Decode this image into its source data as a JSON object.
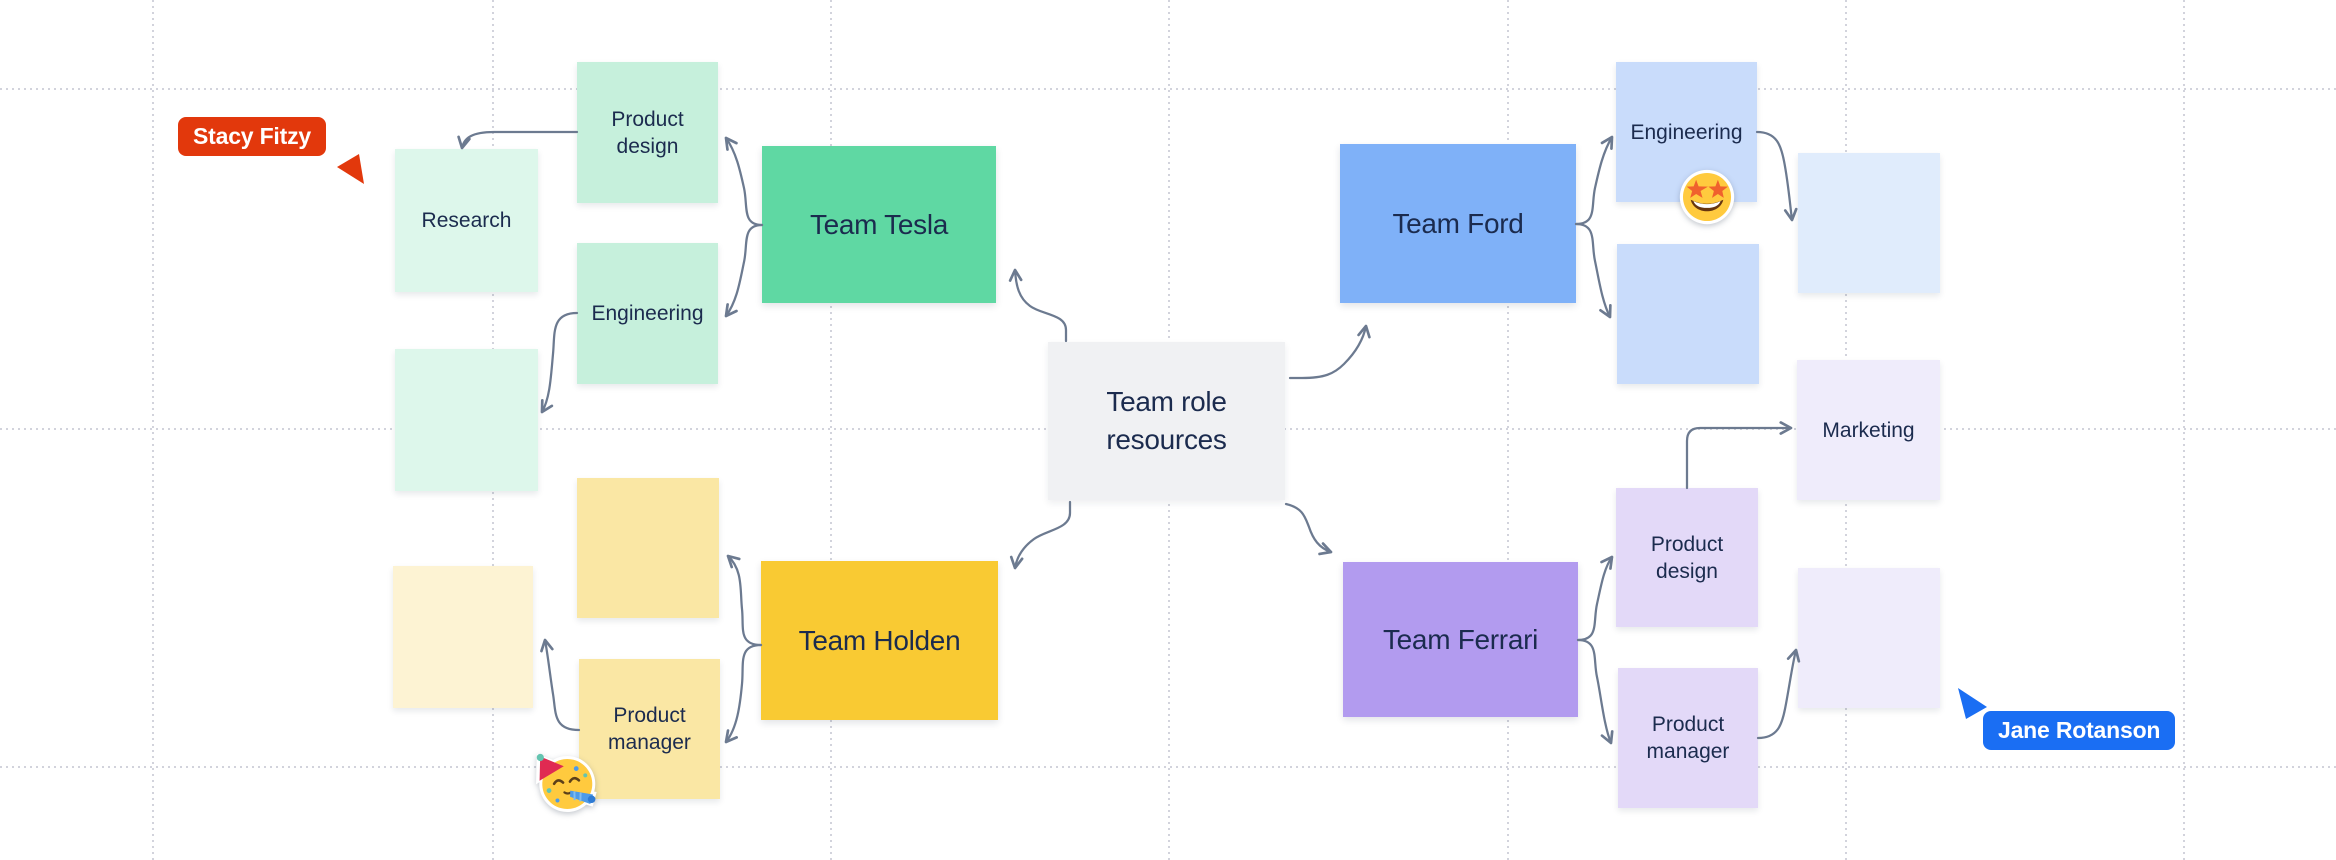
{
  "board": {
    "background": "#FFFFFF",
    "grid_color": "#D2D3DC",
    "arrow_color": "#6C7A90",
    "text_color": "#1B2B4E"
  },
  "center_node": {
    "label": "Team role resources",
    "color": "#F0F1F3"
  },
  "teams": [
    {
      "id": "tesla",
      "label": "Team Tesla",
      "color": "#5FD8A3"
    },
    {
      "id": "ford",
      "label": "Team Ford",
      "color": "#7FB1F8"
    },
    {
      "id": "holden",
      "label": "Team Holden",
      "color": "#F9CA33"
    },
    {
      "id": "ferrari",
      "label": "Team Ferrari",
      "color": "#B29BEF"
    }
  ],
  "notes": [
    {
      "id": "research",
      "team": "tesla",
      "label": "Research",
      "color": "#DDF7EB"
    },
    {
      "id": "product-design-tesla",
      "team": "tesla",
      "label": "Product design",
      "color": "#C6F0DC"
    },
    {
      "id": "engineering-tesla",
      "team": "tesla",
      "label": "Engineering",
      "color": "#C6F0DC"
    },
    {
      "id": "empty-mint",
      "team": "tesla",
      "label": "",
      "color": "#DDF7EB"
    },
    {
      "id": "engineering-ford",
      "team": "ford",
      "label": "Engineering",
      "color": "#C9DCFB"
    },
    {
      "id": "empty-blue",
      "team": "ford",
      "label": "",
      "color": "#C9DCFB"
    },
    {
      "id": "empty-blue-light",
      "team": "ford",
      "label": "",
      "color": "#E0ECFC"
    },
    {
      "id": "marketing",
      "team": "ferrari",
      "label": "Marketing",
      "color": "#EFECFB"
    },
    {
      "id": "empty-yellow",
      "team": "holden",
      "label": "",
      "color": "#FAE7A4"
    },
    {
      "id": "product-manager-holden",
      "team": "holden",
      "label": "Product manager",
      "color": "#FAE7A4"
    },
    {
      "id": "empty-cream",
      "team": "holden",
      "label": "",
      "color": "#FDF3D3"
    },
    {
      "id": "product-design-ferrari",
      "team": "ferrari",
      "label": "Product design",
      "color": "#E3D9F8"
    },
    {
      "id": "product-manager-ferrari",
      "team": "ferrari",
      "label": "Product manager",
      "color": "#E3D9F8"
    },
    {
      "id": "empty-lavender",
      "team": "ferrari",
      "label": "",
      "color": "#EFECFB"
    }
  ],
  "collaborators": [
    {
      "name": "Stacy Fitzy",
      "color": "#E2380C"
    },
    {
      "name": "Jane Rotanson",
      "color": "#1A6EF3"
    }
  ],
  "stickers": [
    {
      "id": "star-struck-emoji",
      "emoji": "🤩"
    },
    {
      "id": "partying-face-emoji",
      "emoji": "🥳"
    }
  ]
}
